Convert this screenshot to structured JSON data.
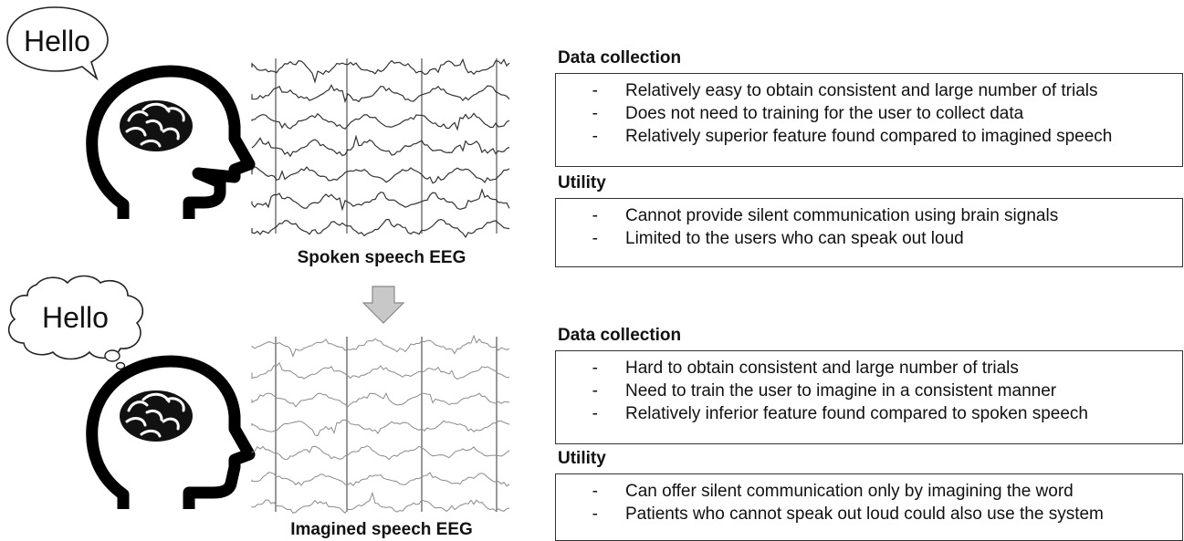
{
  "top": {
    "bubble_text": "Hello",
    "eeg_caption": "Spoken speech EEG",
    "data_collection": {
      "heading": "Data collection",
      "items": [
        "Relatively easy to obtain consistent and large number of trials",
        "Does not need to training for the user to collect data",
        "Relatively superior feature found compared to imagined speech"
      ]
    },
    "utility": {
      "heading": "Utility",
      "items": [
        "Cannot provide silent communication using brain signals",
        "Limited to the users who can speak out loud"
      ]
    }
  },
  "bottom": {
    "bubble_text": "Hello",
    "eeg_caption": "Imagined speech EEG",
    "data_collection": {
      "heading": "Data collection",
      "items": [
        "Hard to obtain consistent and large number of trials",
        "Need to train the user to imagine in a consistent manner",
        "Relatively inferior feature found compared to spoken speech"
      ]
    },
    "utility": {
      "heading": "Utility",
      "items": [
        "Can offer silent communication only by imagining the word",
        "Patients who cannot speak out loud could also use the system"
      ]
    }
  },
  "bullet_marker": "-",
  "colors": {
    "eeg_dark": "#333333",
    "eeg_light": "#8a8a8a",
    "arrow": "#c8c8c8"
  }
}
